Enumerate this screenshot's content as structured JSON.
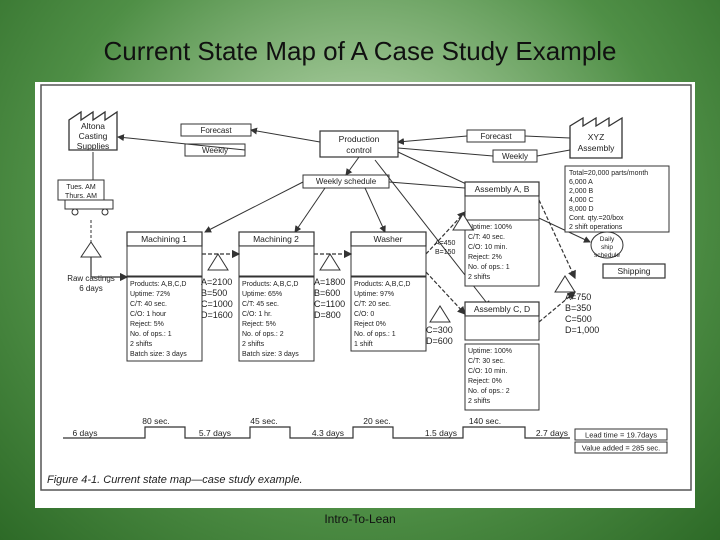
{
  "slide": {
    "title": "Current State Map of  A Case Study Example",
    "footer": "Intro-To-Lean"
  },
  "figure": {
    "caption": "Figure 4-1. Current state map—case study example.",
    "supplier": [
      "Altona",
      "Casting",
      "Supplies"
    ],
    "customer": [
      "XYZ",
      "Assembly"
    ],
    "control": [
      "Production",
      "control"
    ],
    "forecast_left": "Forecast",
    "weekly_left": "Weekly",
    "forecast_right": "Forecast",
    "weekly_right": "Weekly",
    "weekly_schedule": "Weekly schedule",
    "truck_schedule": [
      "Tues. AM",
      "Thurs. AM"
    ],
    "raw_castings": [
      "Raw castings",
      "6 days"
    ],
    "daily_ship": [
      "Daily",
      "ship",
      "schedule"
    ],
    "customer_data": [
      "Total=20,000 parts/month",
      "6,000 A",
      "2,000 B",
      "4,000 C",
      "8,000 D",
      "Cont. qty.=20/box",
      "2 shift operations"
    ],
    "processes": {
      "machining1": {
        "name": "Machining 1",
        "data": [
          "Products: A,B,C,D",
          "Uptime: 72%",
          "C/T: 40 sec.",
          "C/O: 1 hour",
          "Reject: 5%",
          "No. of ops.: 1",
          "2 shifts",
          "Batch size: 3 days"
        ]
      },
      "machining2": {
        "name": "Machining 2",
        "data": [
          "Products: A,B,C,D",
          "Uptime: 65%",
          "C/T: 45 sec.",
          "C/O: 1 hr.",
          "Reject: 5%",
          "No. of ops.: 2",
          "2 shifts",
          "Batch size: 3 days"
        ]
      },
      "washer": {
        "name": "Washer",
        "data": [
          "Products: A,B,C,D",
          "Uptime: 97%",
          "C/T: 20 sec.",
          "C/O: 0",
          "Reject 0%",
          "No. of ops.: 1",
          "1 shift"
        ]
      },
      "assemblyAB": {
        "name": "Assembly A, B",
        "data": [
          "Uptime: 100%",
          "C/T: 40 sec.",
          "C/O: 10 min.",
          "Reject: 2%",
          "No. of ops.: 1",
          "2 shifts"
        ]
      },
      "assemblyCD": {
        "name": "Assembly C, D",
        "data": [
          "Uptime: 100%",
          "C/T: 30 sec.",
          "C/O: 10 min.",
          "Reject: 0%",
          "No. of ops.: 2",
          "2 shifts"
        ]
      },
      "shipping": {
        "name": "Shipping"
      }
    },
    "inventories": {
      "inv1": [
        "A=2100",
        "B=500",
        "C=1000",
        "D=1600"
      ],
      "inv2": [
        "A=1800",
        "B=600",
        "C=1100",
        "D=800"
      ],
      "invAB": [
        "A=450",
        "B=150"
      ],
      "invCD": [
        "C=300",
        "D=600"
      ],
      "invShip": [
        "A=750",
        "B=350",
        "C=500",
        "D=1,000"
      ]
    },
    "timeline": {
      "days": [
        "6 days",
        "5.7 days",
        "4.3 days",
        "1.5 days",
        "2.7 days"
      ],
      "secs": [
        "80 sec.",
        "45 sec.",
        "20 sec.",
        "140 sec."
      ],
      "lead_time": "Lead time = 19.7days",
      "value_added": "Value added = 285 sec."
    }
  }
}
